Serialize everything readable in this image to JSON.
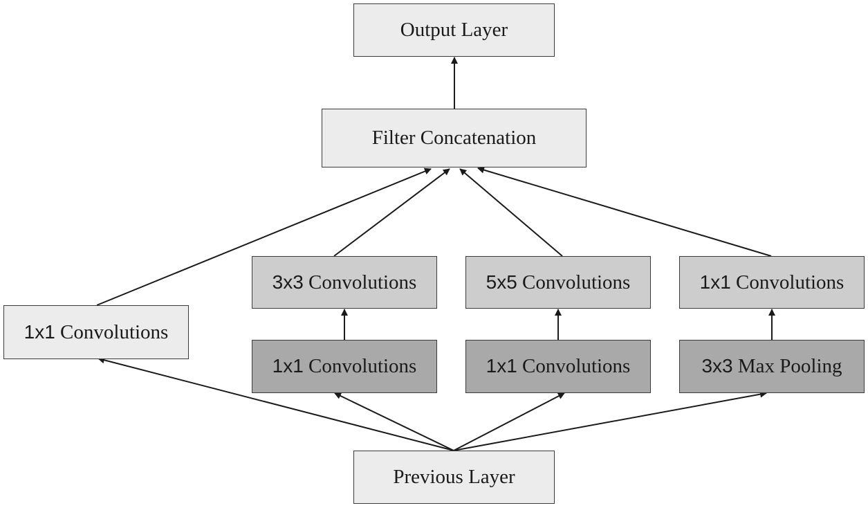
{
  "nodes": {
    "output_layer": "Output Layer",
    "filter_concatenation": "Filter Concatenation",
    "branch1_conv1x1": {
      "prefix": "1x1",
      "suffix": " Convolutions"
    },
    "branch2_conv3x3": {
      "prefix": "3x3",
      "suffix": " Convolutions"
    },
    "branch3_conv5x5": {
      "prefix": "5x5",
      "suffix": " Convolutions"
    },
    "branch4_conv1x1": {
      "prefix": "1x1",
      "suffix": " Convolutions"
    },
    "branch2_reduce1x1": {
      "prefix": "1x1",
      "suffix": " Convolutions"
    },
    "branch3_reduce1x1": {
      "prefix": "1x1",
      "suffix": " Convolutions"
    },
    "branch4_maxpool3x3": {
      "prefix": "3x3",
      "suffix": " Max Pooling"
    },
    "previous_layer": "Previous Layer"
  },
  "colors": {
    "light_box": "#ececec",
    "medium_box": "#cdcdcd",
    "dark_box": "#a9a9a9",
    "border": "#3a3a3a",
    "arrow": "#1a1a1a"
  }
}
